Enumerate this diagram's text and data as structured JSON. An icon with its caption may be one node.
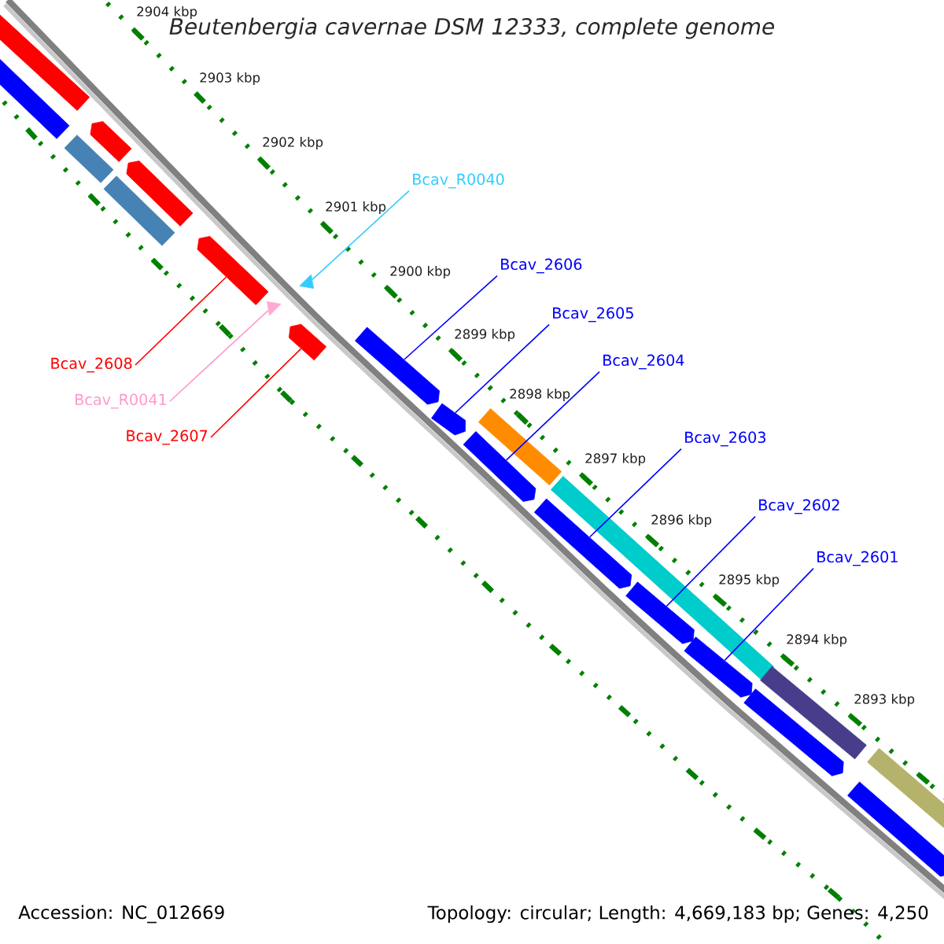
{
  "diagram": {
    "title": "Beutenbergia cavernae DSM 12333, complete genome",
    "nodes": [
      {
        "text": [
          "Bcav_R0040"
        ]
      },
      {
        "text": [
          "Bcav_2606"
        ]
      },
      {
        "text": [
          "Bcav_2605"
        ]
      },
      {
        "text": [
          "Bcav_2604"
        ]
      },
      {
        "text": [
          "Bcav_2603"
        ]
      },
      {
        "text": [
          "Bcav_2602"
        ]
      },
      {
        "text": [
          "Bcav_2601"
        ]
      },
      {
        "text": [
          "Bcav_2608"
        ]
      },
      {
        "text": [
          "Bcav_R0041"
        ]
      },
      {
        "text": [
          "Bcav_2607"
        ]
      },
      {
        "text": [],
        "shape": "arrow"
      },
      {
        "text": [],
        "shape": "bar"
      },
      {
        "text": [],
        "shape": "arrow"
      },
      {
        "text": [],
        "shape": "bar"
      },
      {
        "text": [],
        "shape": "bar"
      },
      {
        "text": [],
        "shape": "arrow"
      },
      {
        "text": [],
        "shape": "arrow"
      },
      {
        "text": [],
        "shape": "triangle"
      },
      {
        "text": [],
        "shape": "arrow"
      },
      {
        "text": [],
        "shape": "triangle"
      },
      {
        "text": [],
        "shape": "arrow"
      },
      {
        "text": [],
        "shape": "arrow"
      },
      {
        "text": [],
        "shape": "arrow"
      },
      {
        "text": [],
        "shape": "bar"
      },
      {
        "text": [],
        "shape": "bar"
      },
      {
        "text": [],
        "shape": "arrow"
      },
      {
        "text": [],
        "shape": "arrow"
      },
      {
        "text": [],
        "shape": "arrow"
      },
      {
        "text": [],
        "shape": "bar"
      },
      {
        "text": [],
        "shape": "arrow"
      },
      {
        "text": [],
        "shape": "bar"
      },
      {
        "text": [],
        "shape": "arrow"
      }
    ],
    "edges": [
      {
        "from": 0,
        "to": 19,
        "arrow": "none",
        "color": "#33ccff"
      },
      {
        "from": 1,
        "to": 20,
        "arrow": "none"
      },
      {
        "from": 2,
        "to": 21,
        "arrow": "none"
      },
      {
        "from": 3,
        "to": 22,
        "arrow": "none"
      },
      {
        "from": 4,
        "to": 25,
        "arrow": "none"
      },
      {
        "from": 5,
        "to": 26,
        "arrow": "none"
      },
      {
        "from": 6,
        "to": 27,
        "arrow": "none"
      },
      {
        "from": 7,
        "to": 16,
        "arrow": "none",
        "color": "#ff0000"
      },
      {
        "from": 8,
        "to": 17,
        "arrow": "none",
        "color": "#ff99cc"
      },
      {
        "from": 9,
        "to": 18,
        "arrow": "none",
        "color": "#ff0000"
      }
    ],
    "labels": [
      "2904 kbp",
      "2903 kbp",
      "2902 kbp",
      "2901 kbp",
      "2900 kbp",
      "2899 kbp",
      "2898 kbp",
      "2897 kbp",
      "2896 kbp",
      "2895 kbp",
      "2894 kbp",
      "2893 kbp",
      "Accession: NC_012669",
      "Topology: circular; Length: 4,669,183 bp; Genes: 4,250"
    ]
  }
}
